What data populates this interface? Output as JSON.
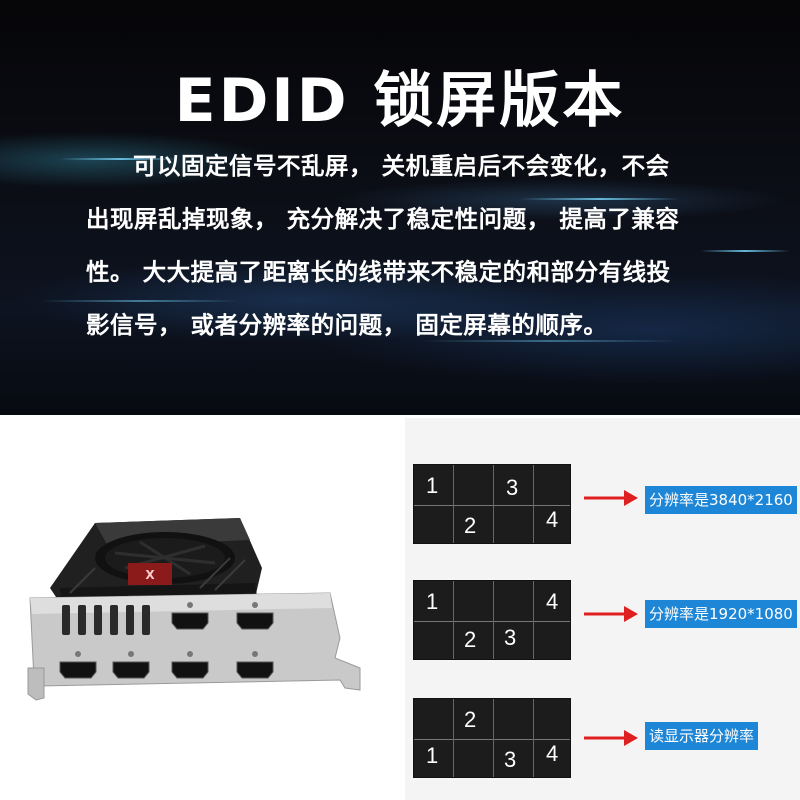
{
  "banner": {
    "title": "EDID 锁屏版本",
    "description": "可以固定信号不乱屏， 关机重启后不会变化，不会出现屏乱掉现象， 充分解决了稳定性问题， 提高了兼容性。 大大提高了距离长的线带来不稳定的和部分有线投影信号， 或者分辨率的问题， 固定屏幕的顺序。"
  },
  "diagrams": [
    {
      "top_numbers": [
        "1",
        "",
        "3",
        ""
      ],
      "bottom_numbers": [
        "",
        "2",
        "",
        "4"
      ],
      "label": "分辨率是3840*2160"
    },
    {
      "top_numbers": [
        "1",
        "",
        "",
        "4"
      ],
      "bottom_numbers": [
        "",
        "2",
        "3",
        ""
      ],
      "label": "分辨率是1920*1080"
    },
    {
      "top_numbers": [
        "",
        "2",
        "",
        ""
      ],
      "bottom_numbers": [
        "1",
        "",
        "3",
        "4"
      ],
      "label": "读显示器分辨率"
    }
  ],
  "colors": {
    "arrow": "#e02020",
    "label_bg": "#1e86d6",
    "grid_bg": "#1c1c1c"
  }
}
